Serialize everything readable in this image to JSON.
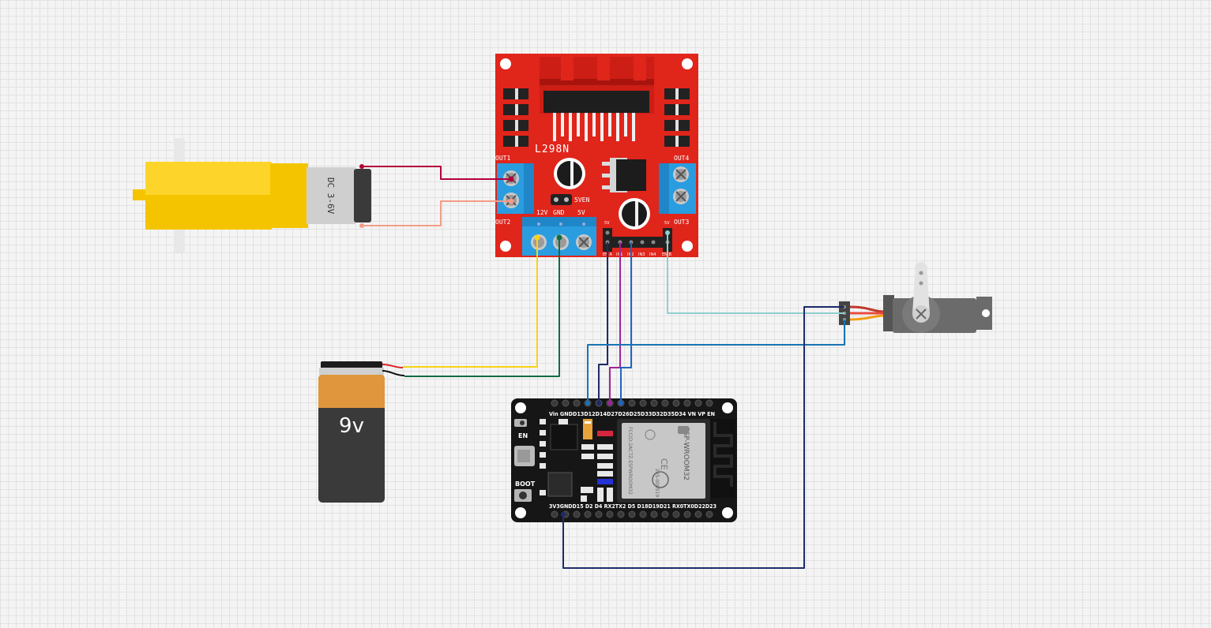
{
  "l298n": {
    "title": "L298N",
    "out1": "OUT1",
    "out2": "OUT2",
    "out3": "OUT3",
    "out4": "OUT4",
    "five_ven": "5VEN",
    "v12": "12V",
    "gnd": "GND",
    "v5": "5V",
    "ena": "EN A",
    "in1": "IN1",
    "in2": "IN2",
    "in3": "IN3",
    "in4": "IN4",
    "enb": "EN B",
    "pin5v_left": "5V",
    "pin5v_right": "5V"
  },
  "motor": {
    "label": "DC 3-6V"
  },
  "battery": {
    "label": "9v"
  },
  "esp32": {
    "top_pins": "Vin GNDD13D12D14D27D26D25D33D32D35D34 VN VP EN",
    "bottom_pins": "3V3GNDD15 D2  D4 RX2TX2 D5 D18D19D21 RX0TX0D22D23",
    "en_label": "EN",
    "boot_label": "BOOT",
    "module_name": "ESP-WROOM32",
    "module_fcc": "FCCID:2AC7Z-ESPWROOM32",
    "module_code": "205-000519"
  },
  "colors": {
    "board_red": "#e0251b",
    "terminal_blue": "#2a9de0",
    "wire_red": "#b3003a",
    "wire_salmon": "#f39c87",
    "wire_yellow": "#f7d416",
    "wire_green": "#116b44",
    "wire_navy": "#1d2b6b",
    "wire_purple": "#a0239a",
    "wire_blue": "#1f66c2",
    "wire_cyan": "#8fd0d0",
    "wire_servo_blue": "#1a73b5"
  }
}
